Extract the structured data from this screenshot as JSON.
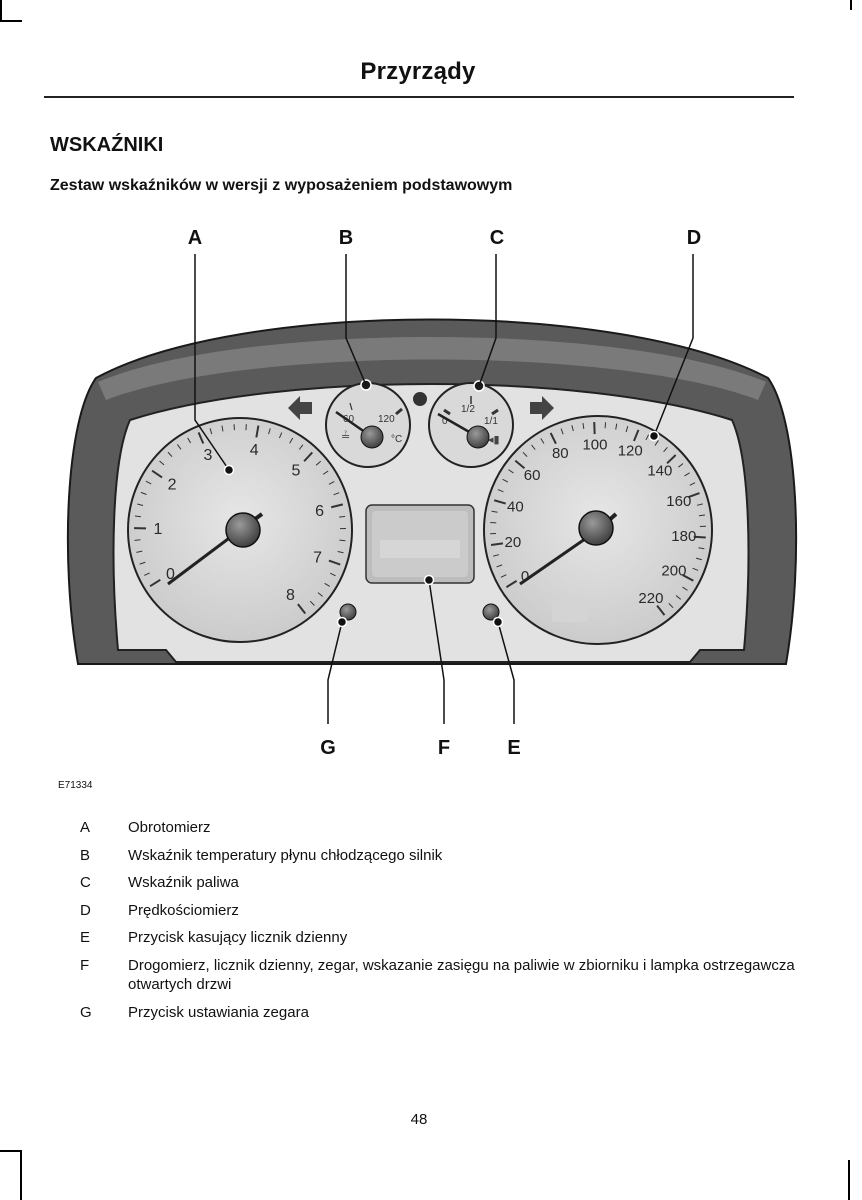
{
  "header": {
    "title": "Przyrządy"
  },
  "section_heading": "WSKAŹNIKI",
  "subheading": "Zestaw wskaźników w wersji z wyposażeniem podstawowym",
  "figure": {
    "callouts": {
      "a": "A",
      "b": "B",
      "c": "C",
      "d": "D",
      "e": "E",
      "f": "F",
      "g": "G"
    },
    "tachometer_scale": [
      "0",
      "1",
      "2",
      "3",
      "4",
      "5",
      "6",
      "7",
      "8"
    ],
    "speedometer_scale": [
      "0",
      "20",
      "40",
      "60",
      "80",
      "100",
      "120",
      "140",
      "160",
      "180",
      "200",
      "220"
    ],
    "temp_labels": {
      "low": "60",
      "high": "120",
      "unit": "°C"
    },
    "fuel_labels": {
      "empty": "0",
      "half": "1/2",
      "full": "1/1"
    },
    "code": "E71334"
  },
  "legend": [
    {
      "letter": "A",
      "text": "Obrotomierz"
    },
    {
      "letter": "B",
      "text": "Wskaźnik temperatury płynu chłodzącego silnik"
    },
    {
      "letter": "C",
      "text": "Wskaźnik paliwa"
    },
    {
      "letter": "D",
      "text": "Prędkościomierz"
    },
    {
      "letter": "E",
      "text": "Przycisk kasujący licznik dzienny"
    },
    {
      "letter": "F",
      "text": "Drogomierz, licznik dzienny, zegar, wskazanie zasięgu na paliwie w zbiorniku i lampka ostrzegawcza otwartych drzwi"
    },
    {
      "letter": "G",
      "text": "Przycisk ustawiania zegara"
    }
  ],
  "page_number": "48"
}
